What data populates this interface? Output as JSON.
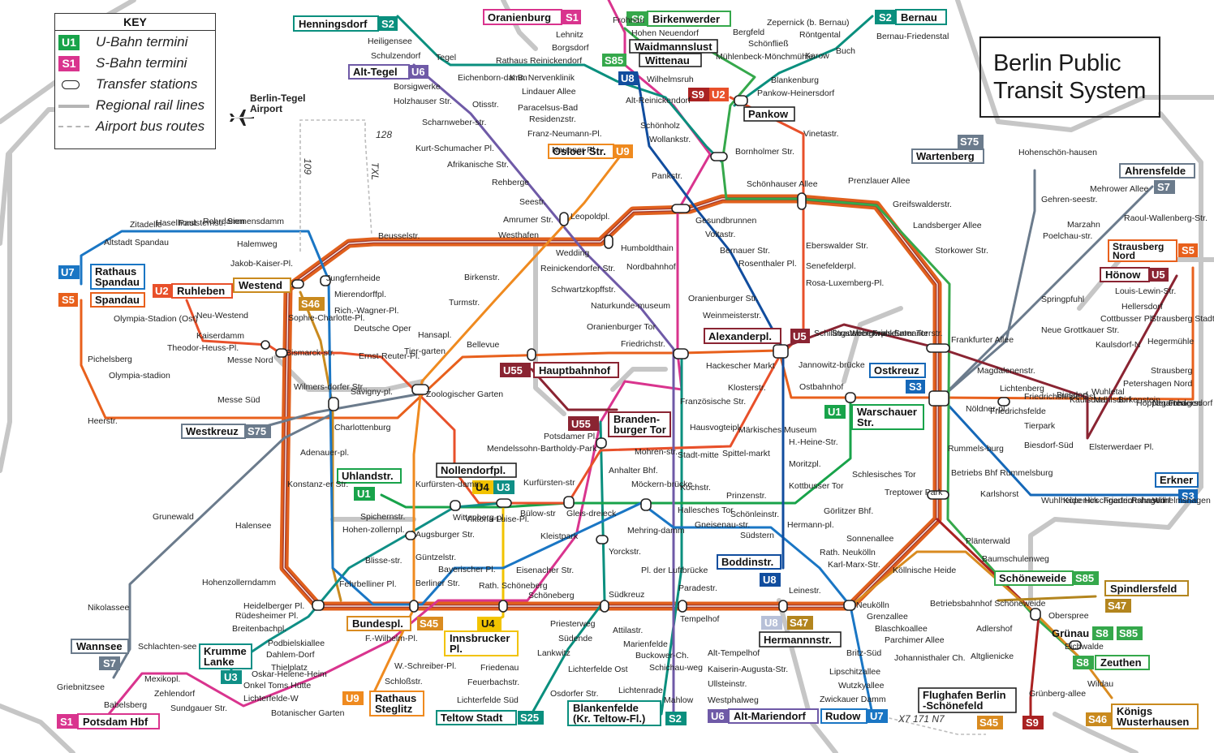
{
  "title": {
    "line1": "Berlin Public",
    "line2": "Transit System"
  },
  "key": {
    "heading": "KEY",
    "ubahn_badge": "U1",
    "ubahn": "U-Bahn termini",
    "sbahn_badge": "S1",
    "sbahn": "S-Bahn termini",
    "transfer": "Transfer stations",
    "regional": "Regional rail lines",
    "bus": "Airport bus routes"
  },
  "airport": {
    "line1": "Berlin-Tegel",
    "line2": "Airport"
  },
  "bus_routes": [
    "128",
    "TXL",
    "109",
    "X7 171 N7"
  ],
  "colors": {
    "ring": "#e0601d",
    "ring_mid": "#a63a2c",
    "rail": "#c3c3c3",
    "U1": "#18a34a",
    "U2": "#e8502a",
    "U3": "#0f8f86",
    "U4": "#f2c300",
    "U5": "#8a2432",
    "U6": "#6f5aa7",
    "U7": "#1a76c4",
    "U8": "#114d9e",
    "U9": "#ef8a1f",
    "S1": "#d9348e",
    "S2": "#0a8f7e",
    "S25": "#0a8f7e",
    "S3": "#1568b8",
    "S41": "#a63a2c",
    "S45": "#d98b20",
    "S46": "#c98a1e",
    "S47": "#b3851e",
    "S5": "#e8601c",
    "S7": "#6b7b8c",
    "S75": "#6b7b8c",
    "S8": "#35a84b",
    "S85": "#35a84b",
    "S9": "#aa2222"
  },
  "termini": [
    {
      "id": "henningsdorf",
      "name": "Henningsdorf",
      "badges": [
        "S2"
      ]
    },
    {
      "id": "oranienburg",
      "name": "Oranienburg",
      "badges": [
        "S1"
      ]
    },
    {
      "id": "birkenwerder",
      "name": "Birkenwerder",
      "badges": [
        "S8"
      ]
    },
    {
      "id": "bernau",
      "name": "Bernau",
      "badges": [
        "S2"
      ]
    },
    {
      "id": "alt-tegel",
      "name": "Alt-Tegel",
      "badges": [
        "U6"
      ]
    },
    {
      "id": "waidmannslust",
      "name": "Waidmannslust",
      "badges": []
    },
    {
      "id": "wittenau",
      "name": "Wittenau",
      "badges": [
        "S85",
        "U8"
      ]
    },
    {
      "id": "pankow",
      "name": "Pankow",
      "badges": [
        "S9",
        "U2"
      ]
    },
    {
      "id": "osloer",
      "name": "Osloer Str.",
      "badges": [
        "U9"
      ]
    },
    {
      "id": "wartenberg",
      "name": "Wartenberg",
      "badges": [
        "S75"
      ]
    },
    {
      "id": "ahrensfelde",
      "name": "Ahrensfelde",
      "badges": [
        "S7"
      ]
    },
    {
      "id": "strausberg-nord",
      "name": "Strausberg Nord",
      "badges": [
        "S5"
      ]
    },
    {
      "id": "honow",
      "name": "Hönow",
      "badges": [
        "U5"
      ]
    },
    {
      "id": "rathaus-spandau",
      "name": "Rathaus Spandau",
      "badges": [
        "U7"
      ]
    },
    {
      "id": "ruhleben",
      "name": "Ruhleben",
      "badges": [
        "U2"
      ]
    },
    {
      "id": "westend",
      "name": "Westend",
      "badges": [
        "S46"
      ]
    },
    {
      "id": "spandau",
      "name": "Spandau",
      "badges": [
        "S5"
      ]
    },
    {
      "id": "alexanderpl",
      "name": "Alexanderpl.",
      "badges": [
        "U5"
      ]
    },
    {
      "id": "hauptbahnhof",
      "name": "Hauptbahnhof",
      "badges": [
        "U55"
      ]
    },
    {
      "id": "brandenburger",
      "name": "Branden-burger Tor",
      "badges": [
        "U55"
      ]
    },
    {
      "id": "ostkreuz",
      "name": "Ostkreuz",
      "badges": [
        "S3"
      ]
    },
    {
      "id": "warschauer",
      "name": "Warschauer Str.",
      "badges": [
        "U1"
      ]
    },
    {
      "id": "westkreuz",
      "name": "Westkreuz",
      "badges": [
        "S75"
      ]
    },
    {
      "id": "uhlandstr",
      "name": "Uhlandstr.",
      "badges": [
        "U1"
      ]
    },
    {
      "id": "nollendorfpl",
      "name": "Nollendorfpl.",
      "badges": [
        "U4",
        "U3"
      ]
    },
    {
      "id": "erkner",
      "name": "Erkner",
      "badges": [
        "S3"
      ]
    },
    {
      "id": "boddinstr",
      "name": "Boddinstr.",
      "badges": [
        "U8"
      ]
    },
    {
      "id": "schoneweide",
      "name": "Schöneweide",
      "badges": [
        "S85"
      ]
    },
    {
      "id": "spindlersfeld",
      "name": "Spindlersfeld",
      "badges": [
        "S47"
      ]
    },
    {
      "id": "hermannstr",
      "name": "Hermannnstr.",
      "badges": [
        "U8",
        "S47"
      ]
    },
    {
      "id": "wannsee",
      "name": "Wannsee",
      "badges": [
        "S7"
      ]
    },
    {
      "id": "krumme-lanke",
      "name": "Krumme Lanke",
      "badges": [
        "U3"
      ]
    },
    {
      "id": "bundespl",
      "name": "Bundespl.",
      "badges": [
        "S45"
      ]
    },
    {
      "id": "innsbrucker",
      "name": "Innsbrucker Pl.",
      "badges": [
        "U4"
      ]
    },
    {
      "id": "grunau",
      "name": "Grünau",
      "badges": [
        "S8",
        "S85"
      ]
    },
    {
      "id": "zeuthen",
      "name": "Zeuthen",
      "badges": [
        "S8"
      ]
    },
    {
      "id": "rathaus-steglitz",
      "name": "Rathaus Steglitz",
      "badges": [
        "U9"
      ]
    },
    {
      "id": "teltow",
      "name": "Teltow Stadt",
      "badges": [
        "S25"
      ]
    },
    {
      "id": "blankenfelde",
      "name": "Blankenfelde (Kr. Teltow-Fl.)",
      "badges": [
        "S2"
      ]
    },
    {
      "id": "alt-mariendorf",
      "name": "Alt-Mariendorf",
      "badges": [
        "U6"
      ]
    },
    {
      "id": "rudow",
      "name": "Rudow",
      "badges": [
        "U7"
      ]
    },
    {
      "id": "flughafen",
      "name": "Flughafen Berlin -Schönefeld",
      "badges": [
        "S45",
        "S9"
      ]
    },
    {
      "id": "konigs",
      "name": "Königs Wusterhausen",
      "badges": [
        "S46"
      ]
    },
    {
      "id": "potsdam",
      "name": "Potsdam Hbf",
      "badges": [
        "S1"
      ]
    }
  ],
  "stations": [
    "Heiligensee",
    "Schulzendorf",
    "Tegel",
    "Lehnitz",
    "Borgsdorf",
    "Hohen Neuendorf",
    "Frohnau",
    "Rathaus Reinickendorf",
    "Eichenborn-damm",
    "K.B. Nervenklinik",
    "Lindauer Allee",
    "Paracelsus-Bad",
    "Residenzstr.",
    "Franz-Neumann-Pl.",
    "Borsigwerke",
    "Holzhauser Str.",
    "Otisstr.",
    "Scharnweber-str.",
    "Kurt-Schumacher Pl.",
    "Afrikanische Str.",
    "Rehberge",
    "Seestr.",
    "Amrumer Str.",
    "Westhafen",
    "Leopoldpl.",
    "Nauener Pl.",
    "Wedding",
    "Reinickendorfer Str.",
    "Schwartzkopffstr.",
    "Naturkunde-museum",
    "Oranienburger Tor",
    "Friedrichstr.",
    "Humboldthain",
    "Nordbahnhof",
    "Oranienburger Str.",
    "Weinmeisterstr.",
    "Gesundbrunnen",
    "Voltastr.",
    "Bernauer Str.",
    "Rosenthaler Pl.",
    "Pankstr.",
    "Wilhelmsruh",
    "Alt-Reinickendorf",
    "Schönholz",
    "Wollankstr.",
    "Bornholmer Str.",
    "Schönhauser Allee",
    "Vinetastr.",
    "Bergfeld",
    "Schönfließ",
    "Mühlenbeck-Mönchmühle",
    "Blankenburg",
    "Pankow-Heinersdorf",
    "Zepernick (b. Bernau)",
    "Röntgental",
    "Buch",
    "Karow",
    "Bernau-Friedenstal",
    "Prenzlauer Allee",
    "Greifswalderstr.",
    "Landsberger Allee",
    "Storkower Str.",
    "Eberswalder Str.",
    "Senefelderpl.",
    "Rosa-Luxemberg-Pl.",
    "Schillingstr.",
    "Strausbergerpl.",
    "Weberwiese",
    "Frankfurter Tor",
    "Samariterstr.",
    "Frankfurter Allee",
    "Magdalenenstr.",
    "Lichtenberg",
    "Friedrichsfelde Ost",
    "Biesdorf",
    "Wuhletal",
    "Kaulsdorf-N",
    "Hellersdorf",
    "Cottbusser Pl.",
    "Louis-Lewin-Str.",
    "Neue Grottkauer Str.",
    "Strausberg Stadt",
    "Hegermühle",
    "Strausberg",
    "Petershagen Nord",
    "Hohenschön-hausen",
    "Gehren-seestr.",
    "Mehrower Allee",
    "Raoul-Wallenberg-Str.",
    "Marzahn",
    "Poelchau-str.",
    "Springpfuhl",
    "Jannowitz-brücke",
    "Ostbahnhof",
    "Nöldner-pl.",
    "Friedrichsfelde",
    "Tierpark",
    "Biesdorf-Süd",
    "Elsterwerdaer Pl.",
    "Kaulsdorf",
    "Mahlsdorf",
    "Birkenstein",
    "Hoppegarten",
    "Neuenhagen",
    "Fredersdorf",
    "Rummels-burg",
    "Betriebs Bhf Rummelsburg",
    "Karlshorst",
    "Wuhlheide",
    "Köpenick",
    "Hirschgarten",
    "Friedrichshagen",
    "Rahnsdorf",
    "Wilhelmshagen",
    "Treptower Park",
    "Schlesisches Tor",
    "Görlitzer Bhf.",
    "Kottbusser Tor",
    "Moritzpl.",
    "H.-Heine-Str.",
    "Märkisches Museum",
    "Spittel-markt",
    "Hausvogteipl.",
    "Stadt-mitte",
    "Französische Str.",
    "Hackescher Markt",
    "Klosterstr.",
    "Mohren-str.",
    "Potsdamer Pl.",
    "Mendelssohn-Bartholdy-Park",
    "Anhalter Bhf.",
    "Möckern-brücke",
    "Kochstr.",
    "Prinzenstr.",
    "Hallesches Tor",
    "Gneisenau-str.",
    "Schönleinstr.",
    "Hermann-pl.",
    "Südstern",
    "Mehring-damm",
    "Rath. Neukölln",
    "Karl-Marx-Str.",
    "Sonnenallee",
    "Köllnische Heide",
    "Leinestr.",
    "Plänterwald",
    "Baumschulenweg",
    "Oberspree",
    "Betriebsbahnhof Schöneweide",
    "Adlershof",
    "Altglienicke",
    "Eichwalde",
    "Wildau",
    "Grünberg-allee",
    "Neukölln",
    "Grenzallee",
    "Blaschkoallee",
    "Parchimer Allee",
    "Britz-Süd",
    "Johannisthaler Ch.",
    "Lipschitzallee",
    "Wutzkyallee",
    "Zwickauer Damm",
    "Paradestr.",
    "Tempelhof",
    "Alt-Tempelhof",
    "Kaiserin-Augusta-Str.",
    "Ullsteinstr.",
    "Westphalweg",
    "Yorckstr.",
    "Kleistpark",
    "Eisenacher Str.",
    "Schöneberg",
    "Rath. Schöneberg",
    "Bayerischer Pl.",
    "Viktoria-Luise-Pl.",
    "Wittenberg-pl.",
    "Kurfürsten-damm",
    "Kurfürsten-str",
    "Bülow-str",
    "Gleis-dreieck",
    "Spichernstr.",
    "Augsburger Str.",
    "Güntzelstr.",
    "Hohen-zollernpl.",
    "Blisse-str.",
    "Fehrbelliner Pl.",
    "Berliner Str.",
    "Pl. der Luftbrücke",
    "Südkreuz",
    "Priesterweg",
    "Südende",
    "Lankwitz",
    "Attilastr.",
    "Marienfelde",
    "Buckower-Ch.",
    "Schichau-weg",
    "Lichtenrade",
    "Mahlow",
    "Lichterfelde Ost",
    "Osdorfer Str.",
    "Lichterfelde Süd",
    "Friedenau",
    "Feuerbachstr.",
    "Schloßstr.",
    "W.-Schreiber-Pl.",
    "F.-Wilhelm-Pl.",
    "Heidelberger Pl.",
    "Rüdesheimer Pl.",
    "Breitenbachpl.",
    "Podbielskiallee",
    "Dahlem-Dorf",
    "Thielplatz",
    "Oskar-Helene-Heim",
    "Onkel Toms Hütte",
    "Lichterfelde-W",
    "Botanischer Garten",
    "Sundgauer Str.",
    "Zehlendorf",
    "Mexikopl.",
    "Schlachten-see",
    "Nikolassee",
    "Griebnitzsee",
    "Babelsberg",
    "Hohenzollerndamm",
    "Halensee",
    "Grunewald",
    "Heerstr.",
    "Messe Süd",
    "Pichelsberg",
    "Olympia-stadion",
    "Olympia-Stadion (Ost)",
    "Neu-Westend",
    "Kaiserdamm",
    "Theodor-Heuss-Pl.",
    "Messe Nord",
    "Bismarck-str.",
    "Deutsche Oper",
    "Ernst-Reuter-Pl.",
    "Savigny-pl.",
    "Zoologischer Garten",
    "Tier-garten",
    "Bellevue",
    "Hansapl.",
    "Turmstr.",
    "Birkenstr.",
    "Wilmers-dorfer Str.",
    "Charlottenburg",
    "Adenauer-pl.",
    "Konstanz-er Str.",
    "Sophie-Charlotte-Pl.",
    "Jungfernheide",
    "Mierendorffpl.",
    "Rich.-Wagner-Pl.",
    "Jakob-Kaiser-Pl.",
    "Halemweg",
    "Siemensdamm",
    "Rohrdamm",
    "Paulsternstr.",
    "Haselhorst",
    "Zitadelle",
    "Altstadt Spandau",
    "Beusselstr."
  ]
}
